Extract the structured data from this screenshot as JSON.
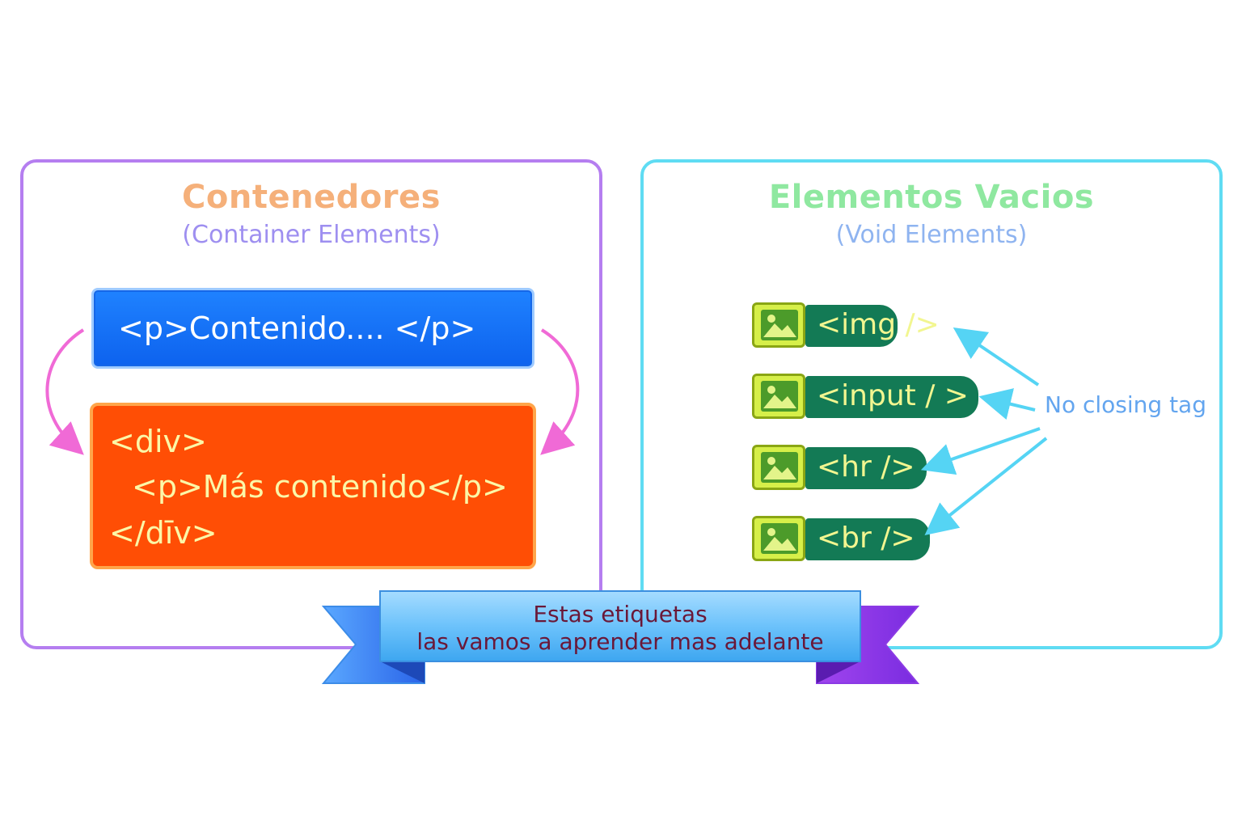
{
  "containers": {
    "title": "Contenedores",
    "subtitle": "(Container Elements)",
    "p_example": "<p>Contenido.... </p>",
    "div_example": {
      "open": "<div>",
      "inner": "<p>Más contenido</p>",
      "close": "</dīv>"
    }
  },
  "void_elements": {
    "title": "Elementos Vacios",
    "subtitle": "(Void Elements)",
    "tags": [
      "<img />",
      "<input / >",
      "<hr />",
      "<br />"
    ],
    "annotation": "No closing tag"
  },
  "banner": {
    "line1": "Estas etiquetas",
    "line2": "las vamos a aprender mas adelante"
  },
  "colors": {
    "container_border": "#b57ef0",
    "void_border": "#5fdcf3",
    "p_box": "#1570f6",
    "div_box": "#ff4e05",
    "void_tag": "#137a55",
    "curve_arrows": "#f06ad6",
    "void_arrows": "#55d4f4"
  },
  "icons": [
    "image-icon",
    "image-icon",
    "image-icon",
    "image-icon"
  ]
}
